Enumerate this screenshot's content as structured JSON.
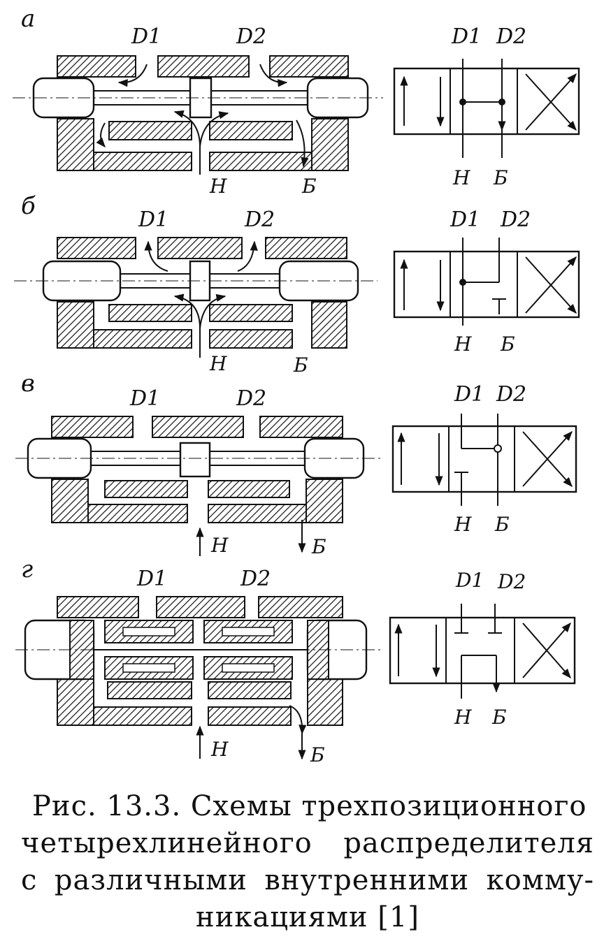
{
  "figure": {
    "rows": [
      {
        "id": "a",
        "label": "а",
        "ports": {
          "d1": "D1",
          "d2": "D2",
          "h": "Н",
          "b": "Б"
        }
      },
      {
        "id": "b",
        "label": "б",
        "ports": {
          "d1": "D1",
          "d2": "D2",
          "h": "Н",
          "b": "Б"
        }
      },
      {
        "id": "v",
        "label": "в",
        "ports": {
          "d1": "D1",
          "d2": "D2",
          "h": "Н",
          "b": "Б"
        }
      },
      {
        "id": "g",
        "label": "г",
        "ports": {
          "d1": "D1",
          "d2": "D2",
          "h": "Н",
          "b": "Б"
        }
      }
    ]
  },
  "caption": {
    "line1": "Рис. 13.3. Схемы трехпозиционного",
    "line2": "четырехлинейного распределителя",
    "line3": "с различными внутренними комму-",
    "line4": "никациями [1]"
  }
}
